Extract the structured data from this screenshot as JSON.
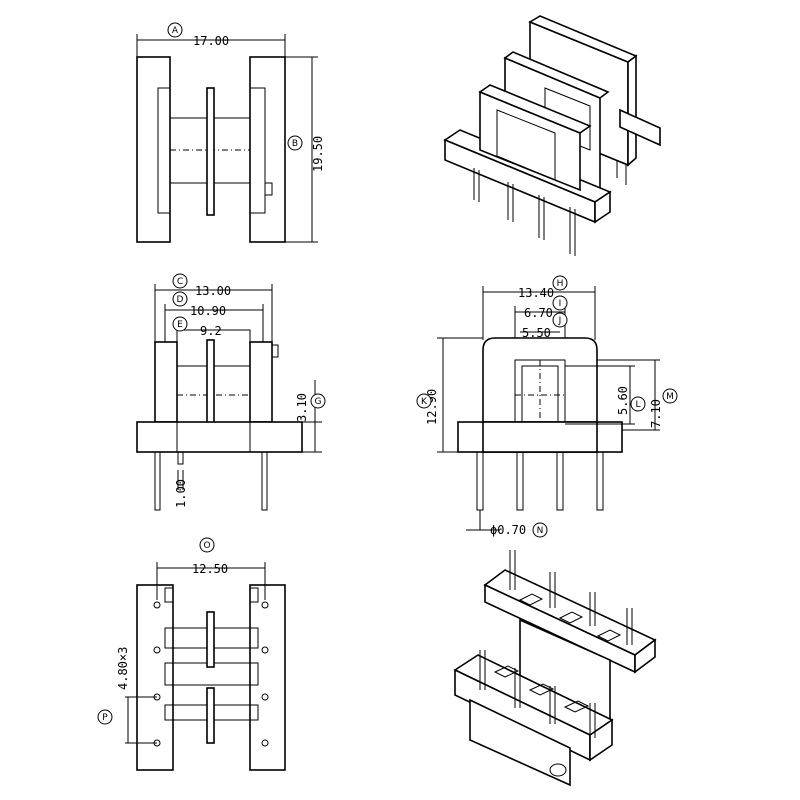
{
  "dimensions": {
    "width_top": "17.00",
    "height_top": "19.50",
    "width_flange": "13.00",
    "width_mid": "10.90",
    "width_inner": "9.2",
    "base_height": "3.10",
    "offset": "1.00",
    "end_width": "13.40",
    "window_width": "6.70",
    "core_width": "5.50",
    "total_height": "12.90",
    "core_height": "5.60",
    "window_height": "7.10",
    "pin_diameter": "ϕ0.70",
    "pin_span": "12.50",
    "pin_pitch": "4.80×3"
  },
  "balloons": [
    "A",
    "B",
    "C",
    "D",
    "E",
    "G",
    "H",
    "I",
    "J",
    "K",
    "L",
    "M",
    "N",
    "O",
    "P"
  ]
}
